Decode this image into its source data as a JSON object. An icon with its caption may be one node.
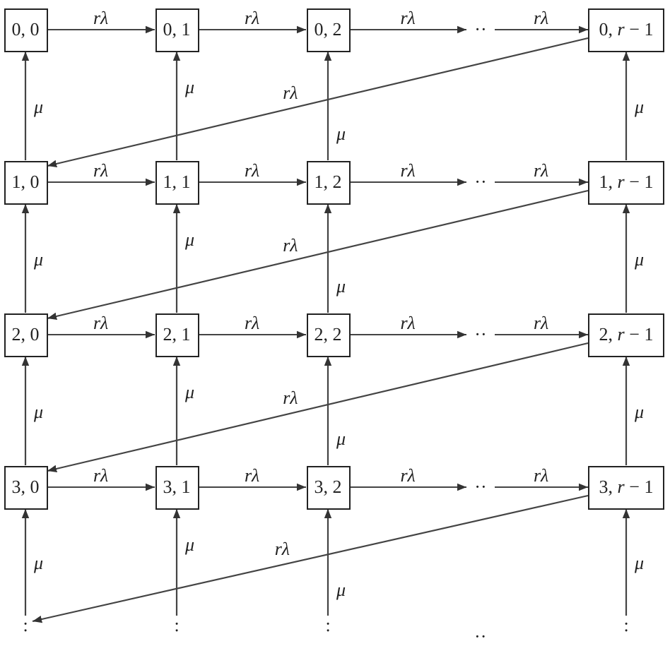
{
  "diagram": {
    "nodes": [
      {
        "text": [
          "0, 0"
        ]
      },
      {
        "text": [
          "0, 1"
        ]
      },
      {
        "text": [
          "0, 2"
        ]
      },
      {
        "text": [
          "··"
        ]
      },
      {
        "text": [
          "0, *r* − 1"
        ]
      },
      {
        "text": [
          "1, 0"
        ]
      },
      {
        "text": [
          "1, 1"
        ]
      },
      {
        "text": [
          "1, 2"
        ]
      },
      {
        "text": [
          "··"
        ]
      },
      {
        "text": [
          "1, *r* − 1"
        ]
      },
      {
        "text": [
          "2, 0"
        ]
      },
      {
        "text": [
          "2, 1"
        ]
      },
      {
        "text": [
          "2, 2"
        ]
      },
      {
        "text": [
          "··"
        ]
      },
      {
        "text": [
          "2, *r* − 1"
        ]
      },
      {
        "text": [
          "3, 0"
        ]
      },
      {
        "text": [
          "3, 1"
        ]
      },
      {
        "text": [
          "3, 2"
        ]
      },
      {
        "text": [
          "··"
        ]
      },
      {
        "text": [
          "3, *r* − 1"
        ]
      },
      {
        "text": [
          ":"
        ]
      },
      {
        "text": [
          ":"
        ]
      },
      {
        "text": [
          ":"
        ]
      },
      {
        "text": [
          ":"
        ]
      }
    ],
    "edges": [
      {
        "from": 0,
        "to": 1,
        "arrow": "to",
        "label": "rλ"
      },
      {
        "from": 1,
        "to": 2,
        "arrow": "to",
        "label": "rλ"
      },
      {
        "from": 2,
        "to": 3,
        "arrow": "to",
        "label": "rλ"
      },
      {
        "from": 3,
        "to": 4,
        "arrow": "to",
        "label": "rλ"
      },
      {
        "from": 4,
        "to": 5,
        "arrow": "to",
        "label": "rλ"
      },
      {
        "from": 5,
        "to": 6,
        "arrow": "to",
        "label": "rλ"
      },
      {
        "from": 6,
        "to": 7,
        "arrow": "to",
        "label": "rλ"
      },
      {
        "from": 7,
        "to": 8,
        "arrow": "to",
        "label": "rλ"
      },
      {
        "from": 8,
        "to": 9,
        "arrow": "to",
        "label": "rλ"
      },
      {
        "from": 9,
        "to": 10,
        "arrow": "to",
        "label": "rλ"
      },
      {
        "from": 10,
        "to": 11,
        "arrow": "to",
        "label": "rλ"
      },
      {
        "from": 11,
        "to": 12,
        "arrow": "to",
        "label": "rλ"
      },
      {
        "from": 12,
        "to": 13,
        "arrow": "to",
        "label": "rλ"
      },
      {
        "from": 13,
        "to": 14,
        "arrow": "to",
        "label": "rλ"
      },
      {
        "from": 14,
        "to": 15,
        "arrow": "to",
        "label": "rλ"
      },
      {
        "from": 15,
        "to": 16,
        "arrow": "to",
        "label": "rλ"
      },
      {
        "from": 16,
        "to": 17,
        "arrow": "to",
        "label": "rλ"
      },
      {
        "from": 17,
        "to": 18,
        "arrow": "to",
        "label": "rλ"
      },
      {
        "from": 18,
        "to": 19,
        "arrow": "to",
        "label": "rλ"
      },
      {
        "from": 19,
        "to": 20,
        "arrow": "to",
        "label": "rλ"
      },
      {
        "from": 5,
        "to": 0,
        "arrow": "to",
        "label": "μ"
      },
      {
        "from": 6,
        "to": 1,
        "arrow": "to",
        "label": "μ"
      },
      {
        "from": 7,
        "to": 2,
        "arrow": "to",
        "label": "μ"
      },
      {
        "from": 9,
        "to": 4,
        "arrow": "to",
        "label": "μ"
      },
      {
        "from": 10,
        "to": 5,
        "arrow": "to",
        "label": "μ"
      },
      {
        "from": 11,
        "to": 6,
        "arrow": "to",
        "label": "μ"
      },
      {
        "from": 12,
        "to": 7,
        "arrow": "to",
        "label": "μ"
      },
      {
        "from": 14,
        "to": 9,
        "arrow": "to",
        "label": "μ"
      },
      {
        "from": 15,
        "to": 10,
        "arrow": "to",
        "label": "μ"
      },
      {
        "from": 16,
        "to": 11,
        "arrow": "to",
        "label": "μ"
      },
      {
        "from": 17,
        "to": 12,
        "arrow": "to",
        "label": "μ"
      },
      {
        "from": 19,
        "to": 14,
        "arrow": "to",
        "label": "μ"
      },
      {
        "from": 20,
        "to": 15,
        "arrow": "to",
        "label": "μ"
      },
      {
        "from": 21,
        "to": 16,
        "arrow": "to",
        "label": "μ"
      },
      {
        "from": 22,
        "to": 17,
        "arrow": "to",
        "label": "μ"
      },
      {
        "from": 23,
        "to": 19,
        "arrow": "to",
        "label": "μ"
      }
    ],
    "labels": [
      "··"
    ]
  }
}
